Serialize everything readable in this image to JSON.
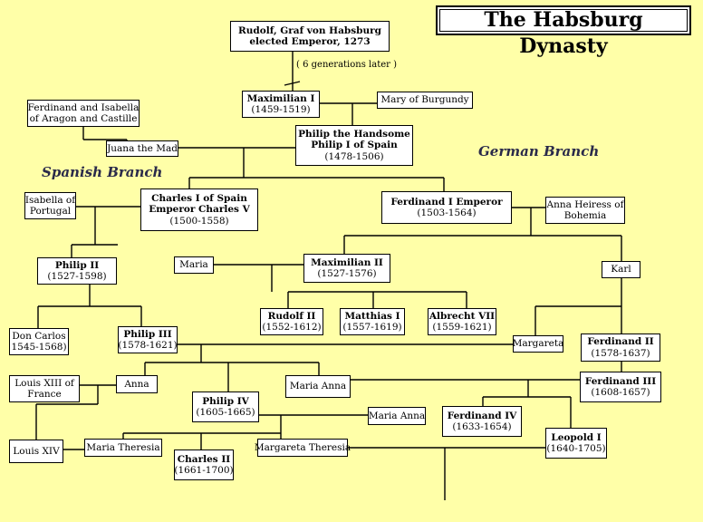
{
  "title": "The Habsburg Dynasty",
  "branches": {
    "spanish": "Spanish Branch",
    "german": "German Branch"
  },
  "note": "( 6 generations later )",
  "people": {
    "rudolf": {
      "name": "Rudolf, Graf von Habsburg",
      "dates": "elected Emperor, 1273"
    },
    "maximilian1": {
      "name": "Maximilian I",
      "dates": "(1459-1519)"
    },
    "mary_burgundy": {
      "name": "Mary of Burgundy"
    },
    "ferd_isabella": {
      "name": "Ferdinand and Isabella",
      "dates": "of Aragon and Castille"
    },
    "juana": {
      "name": "Juana the Mad"
    },
    "philip1": {
      "name": "Philip the Handsome",
      "name2": "Philip I of Spain",
      "dates": "(1478-1506)"
    },
    "isabella_portugal": {
      "name": "Isabella of",
      "dates": "Portugal"
    },
    "charles1": {
      "name": "Charles I of Spain",
      "name2": "Emperor Charles V",
      "dates": "(1500-1558)"
    },
    "ferdinand1": {
      "name": "Ferdinand I  Emperor",
      "dates": "(1503-1564)"
    },
    "anna_bohemia": {
      "name": "Anna Heiress of",
      "dates": "Bohemia"
    },
    "philip2": {
      "name": "Philip II",
      "dates": "(1527-1598)"
    },
    "maria": {
      "name": "Maria"
    },
    "maximilian2": {
      "name": "Maximilian II",
      "dates": "(1527-1576)"
    },
    "karl": {
      "name": "Karl"
    },
    "rudolf2": {
      "name": "Rudolf II",
      "dates": "(1552-1612)"
    },
    "matthias1": {
      "name": "Matthias I",
      "dates": "(1557-1619)"
    },
    "albrecht7": {
      "name": "Albrecht VII",
      "dates": "(1559-1621)"
    },
    "don_carlos": {
      "name": "Don Carlos",
      "dates": "1545-1568)"
    },
    "philip3": {
      "name": "Philip III",
      "dates": "(1578-1621)"
    },
    "margareta": {
      "name": "Margareta"
    },
    "ferdinand2": {
      "name": "Ferdinand II",
      "dates": "(1578-1637)"
    },
    "louis13": {
      "name": "Louis XIII of",
      "dates": "France"
    },
    "anna": {
      "name": "Anna"
    },
    "maria_anna1": {
      "name": "Maria Anna"
    },
    "ferdinand3": {
      "name": "Ferdinand III",
      "dates": "(1608-1657)"
    },
    "philip4": {
      "name": "Philip IV",
      "dates": "(1605-1665)"
    },
    "maria_anna2": {
      "name": "Maria Anna"
    },
    "ferdinand4": {
      "name": "Ferdinand IV",
      "dates": "(1633-1654)"
    },
    "louis14": {
      "name": "Louis XIV"
    },
    "maria_theresia": {
      "name": "Maria Theresia"
    },
    "charles2": {
      "name": "Charles II",
      "dates": "(1661-1700)"
    },
    "margareta_theresia": {
      "name": "Margareta Theresia"
    },
    "leopold1": {
      "name": "Leopold I",
      "dates": "(1640-1705)"
    }
  }
}
